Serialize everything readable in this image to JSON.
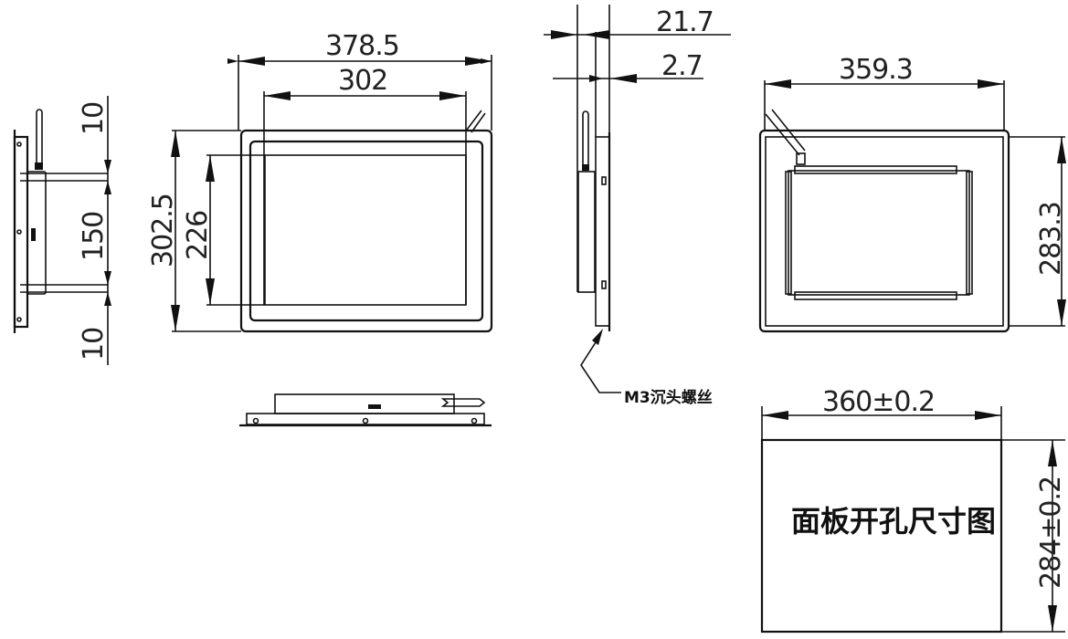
{
  "drawing": {
    "side_view_left": {
      "dims": {
        "top_margin": "10",
        "mount_spacing": "150",
        "bottom_margin": "10"
      }
    },
    "front_view": {
      "dims": {
        "overall_width": "378.5",
        "display_width": "302",
        "overall_height": "302.5",
        "display_height": "226"
      }
    },
    "side_view_right": {
      "dims": {
        "total_depth": "21.7",
        "panel_thickness": "2.7"
      },
      "callout": "M3沉头螺丝"
    },
    "rear_view": {
      "dims": {
        "width": "359.3",
        "height": "283.3"
      }
    },
    "panel_cutout": {
      "title": "面板开孔尺寸图",
      "dims": {
        "width": "360±0.2",
        "height": "284±0.2"
      }
    }
  }
}
